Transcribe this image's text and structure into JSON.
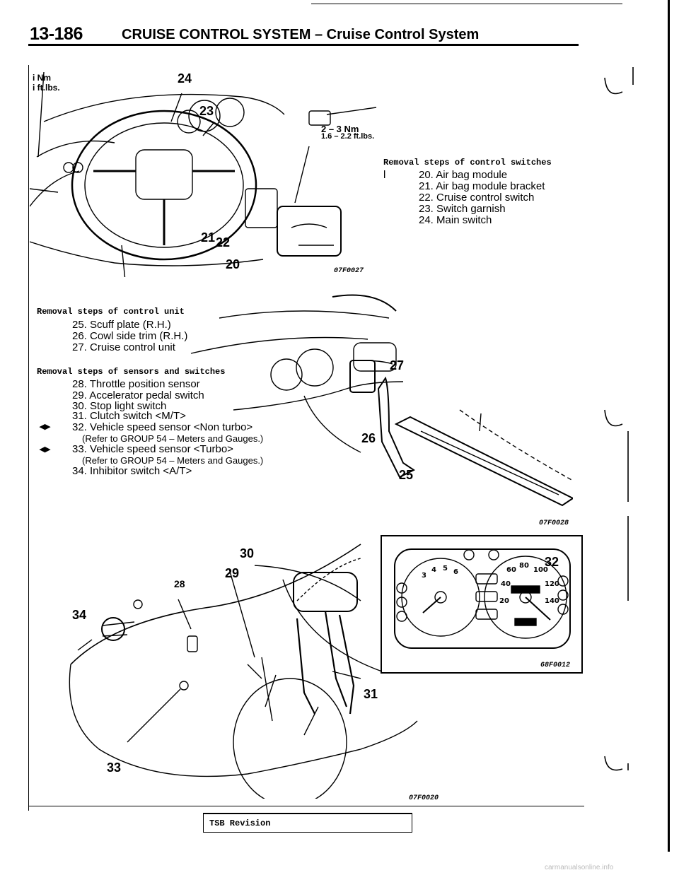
{
  "header": {
    "page_number": "13-186",
    "title": "CRUISE CONTROL SYSTEM – Cruise Control System"
  },
  "fig1": {
    "torque_left_nm": "i Nm",
    "torque_left_ft": "i ft.lbs.",
    "torque_mid_nm": "2 – 3 Nm",
    "torque_mid_ft": "1.6 – 2.2 ft.lbs.",
    "callouts": [
      "24",
      "23",
      "21",
      "22",
      "20"
    ],
    "code": "07F0027"
  },
  "switch_removal": {
    "heading": "Removal steps of control switches",
    "marker": "l",
    "steps": [
      "20. Air bag module",
      "21. Air bag module bracket",
      "22. Cruise control switch",
      "23. Switch garnish",
      "24. Main switch"
    ]
  },
  "unit_removal": {
    "heading": "Removal steps of control unit",
    "steps": [
      "25. Scuff plate (R.H.)",
      "26. Cowl side trim (R.H.)",
      "27. Cruise control unit"
    ]
  },
  "sensor_removal": {
    "heading": "Removal steps of sensors and switches",
    "marker": "◂▸",
    "steps": [
      "28. Throttle position sensor",
      "29. Accelerator pedal switch",
      "30. Stop light switch",
      "31. Clutch switch <M/T>",
      "32. Vehicle speed sensor <Non turbo>",
      "(Refer to GROUP 54 – Meters and Gauges.)",
      "33. Vehicle speed sensor <Turbo>",
      "(Refer to GROUP 54 – Meters and Gauges.)",
      "34. Inhibitor switch <A/T>"
    ]
  },
  "fig2": {
    "callouts": [
      "27",
      "26",
      "25"
    ],
    "code": "07F0028"
  },
  "fig3": {
    "callouts": [
      "30",
      "29",
      "28",
      "34",
      "31",
      "33"
    ],
    "code": "07F0020"
  },
  "fig4": {
    "callouts": [
      "32"
    ],
    "code": "68F0012"
  },
  "footer": {
    "tsb_label": "TSB Revision",
    "watermark": "carmanualsonline.info"
  }
}
